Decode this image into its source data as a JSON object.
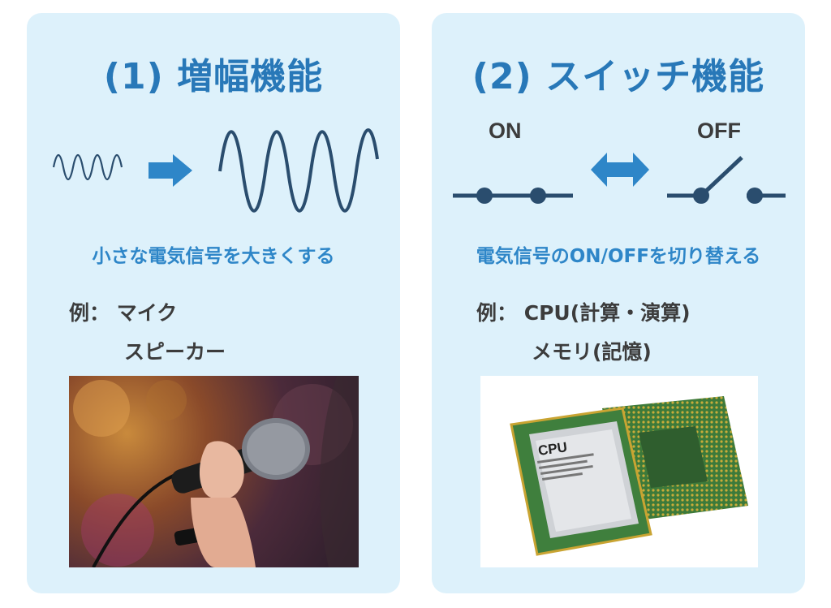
{
  "amplification": {
    "title": "(1) 増幅機能",
    "description": "小さな電気信号を大きくする",
    "example_prefix": "例：",
    "examples": [
      "マイク",
      "スピーカー"
    ]
  },
  "switching": {
    "title": "(2) スイッチ機能",
    "on_label": "ON",
    "off_label": "OFF",
    "description": "電気信号のON/OFFを切り替える",
    "example_prefix": "例：",
    "examples": [
      "CPU(計算・演算)",
      "メモリ(記憶)"
    ],
    "chip_label": "CPU"
  },
  "colors": {
    "panel": "#ddf1fb",
    "title": "#2878b8",
    "accent": "#2e86c8",
    "diagram": "#2a4d6e"
  }
}
